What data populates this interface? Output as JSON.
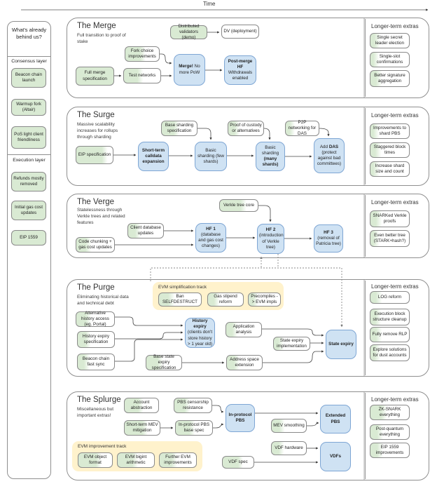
{
  "time_label": "Time",
  "colors": {
    "done_green": "#d9ead3",
    "hardfork_blue": "#cfe2f3",
    "track_yellow": "#fff2cc"
  },
  "sidebar": {
    "title": "What's already behind us?",
    "groups": [
      {
        "label": "Consensus layer",
        "items": [
          "Beacon chain launch",
          "Warmup fork (Altair)",
          "PoS light client friendliness"
        ]
      },
      {
        "label": "Execution layer",
        "items": [
          "Refunds mostly removed",
          "Initial gas cost updates",
          "EIP 1559"
        ]
      }
    ]
  },
  "sections": {
    "merge": {
      "title": "The Merge",
      "subtitle": "Full transition to proof of stake",
      "extras_title": "Longer-term extras",
      "boxes": {
        "full_merge_spec": {
          "label": "Full merge specification"
        },
        "test_networks": {
          "label": "Test networks"
        },
        "fork_choice": {
          "label": "Fork choice improvements"
        },
        "distributed_validators": {
          "label": "Distributed validators (demo)"
        },
        "dv_deployment": {
          "label": "DV (deployment)"
        },
        "merge": {
          "strong": "Merge!",
          "post": "No more PoW"
        },
        "post_merge": {
          "strong": "Post-merge HF",
          "post": "Withdrawals enabled"
        }
      },
      "extras": [
        "Single secret leader election",
        "Single-slot confirmations",
        "Better signature aggregation"
      ]
    },
    "surge": {
      "title": "The Surge",
      "subtitle": "Massive scalability increases for rollups through sharding",
      "extras_title": "Longer-term extras",
      "boxes": {
        "eip_spec": {
          "label": "EIP specification"
        },
        "short_term_calldata": {
          "strong": "Short-term calldata expansion"
        },
        "base_sharding_spec": {
          "label": "Base sharding specification"
        },
        "basic_few": {
          "label": "Basic sharding (few shards)"
        },
        "proof_custody": {
          "label": "Proof of custody or alternatives"
        },
        "basic_many": {
          "pre": "Basic sharding ",
          "strong": "(many shards)"
        },
        "p2p_das": {
          "label": "P2P networking for DAS"
        },
        "add_das": {
          "pre": "Add ",
          "strong": "DAS ",
          "post": "(protect against bad committees)"
        }
      },
      "extras": [
        "Improvements to shard PBS",
        "Staggered block times",
        "Increase shard size and count"
      ]
    },
    "verge": {
      "title": "The Verge",
      "subtitle": "Statelessness through Verkle trees and related features",
      "extras_title": "Longer-term extras",
      "boxes": {
        "client_db": {
          "label": "Client database updates"
        },
        "code_chunking": {
          "label": "Code chunking + gas cost updates"
        },
        "verkle_core": {
          "label": "Verkle tree core"
        },
        "hf1": {
          "strong": "HF 1",
          "post": "(database and gas cost changes)"
        },
        "hf2": {
          "strong": "HF 2",
          "post": "(introduction of Verkle tree)"
        },
        "hf3": {
          "strong": "HF 3",
          "post": "(removal of Patricia tree)"
        }
      },
      "extras": [
        "SNARKed Verkle proofs",
        "Even better tree (STARK+hash?)"
      ]
    },
    "purge": {
      "title": "The Purge",
      "subtitle": "Eliminating historical data and technical debt",
      "extras_title": "Longer-term extras",
      "track_label": "EVM simplification track",
      "boxes": {
        "ban_selfdestruct": {
          "label": "Ban SELFDESTRUCT"
        },
        "gas_stipend": {
          "label": "Gas stipend reform"
        },
        "precompiles": {
          "label": "Precompiles -> EVM impls"
        },
        "alt_history": {
          "label": "Alternative history access (eg. Portal)"
        },
        "history_expiry_spec": {
          "label": "History expiry specification"
        },
        "beacon_fast_sync": {
          "label": "Beacon chain fast sync"
        },
        "base_state_expiry": {
          "label": "Base state expiry specification"
        },
        "history_expiry": {
          "strong": "History expiry",
          "post": "(clients don't store history > 1 year old)"
        },
        "application_analysis": {
          "label": "Application analysis"
        },
        "address_space": {
          "label": "Address space extension"
        },
        "state_expiry_impl": {
          "label": "State expiry implementation"
        },
        "state_expiry": {
          "strong": "State expiry"
        }
      },
      "extras": [
        "LOG reform",
        "Execution block structure cleanup",
        "Fully remove RLP",
        "Explore solutions for dust accounts"
      ]
    },
    "splurge": {
      "title": "The Splurge",
      "subtitle": "Miscellaneous but important extras!",
      "extras_title": "Longer-term extras",
      "track_label": "EVM improvement track",
      "boxes": {
        "account_abstraction": {
          "label": "Account abstraction"
        },
        "pbs_censorship": {
          "label": "PBS censorship resistance"
        },
        "short_term_mev": {
          "label": "Short-term MEV mitigation"
        },
        "in_protocol_base": {
          "label": "In-protocol PBS base spec"
        },
        "in_protocol_pbs": {
          "strong": "In-protocol PBS"
        },
        "mev_smoothing": {
          "label": "MEV smoothing"
        },
        "extended_pbs": {
          "strong": "Extended PBS"
        },
        "vdf_hardware": {
          "label": "VDF hardware"
        },
        "vdf_spec": {
          "label": "VDF spec"
        },
        "vdfs": {
          "strong": "VDFs"
        },
        "evm_object": {
          "label": "EVM object format"
        },
        "evm_bigint": {
          "label": "EVM bigint arithmetic"
        },
        "further_evm": {
          "label": "Further EVM improvements"
        }
      },
      "extras": [
        "ZK-SNARK everything",
        "Post-quantum everything",
        "EIP 1559 improvements"
      ]
    }
  }
}
